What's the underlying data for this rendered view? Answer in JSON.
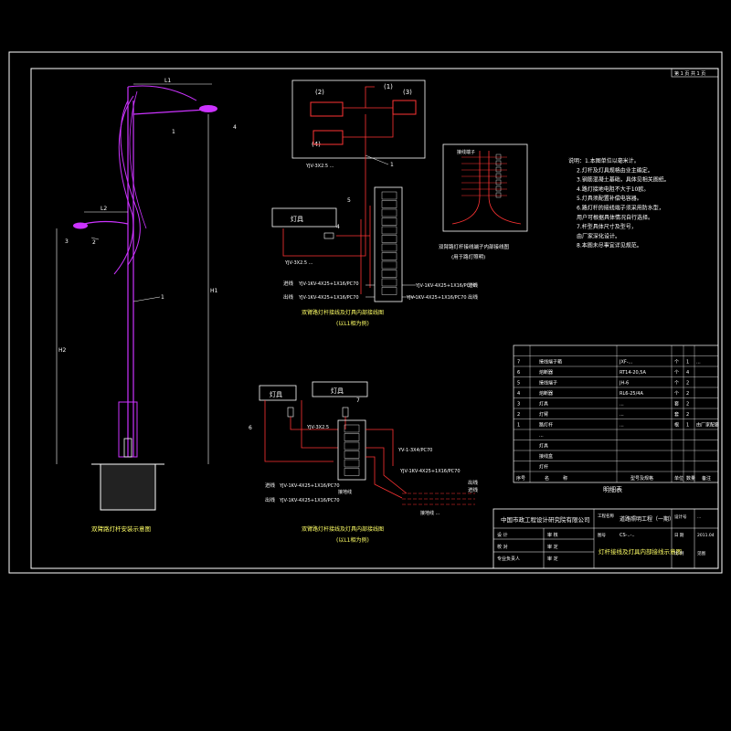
{
  "sheet": {
    "page_label": "第 1 页 共 1 页"
  },
  "pole": {
    "dim_l1": "L1",
    "dim_l2": "L2",
    "dim_h1": "H1",
    "dim_h2": "H2",
    "part_1": "1",
    "part_2": "2",
    "part_3": "3",
    "part_4": "4",
    "caption": "双臂路灯杆安装示意图"
  },
  "diagram_top": {
    "marks": [
      "(1)",
      "(2)",
      "(3)",
      "(4)"
    ],
    "cable_a": "YJV-3X2.5 ...",
    "cable_b": "YJV-3X2.5 ...",
    "lamp_label": "灯具",
    "nums": [
      "1",
      "4",
      "5"
    ],
    "line_in_label": "进线",
    "line_out_label": "出线",
    "cable_in": "YJV-1KV-4X25+1X16/PC70",
    "cable_out": "YJV-1KV-4X25+1X16/PC70",
    "cable_in_r": "YJV-1KV-4X25+1X16/PC70",
    "cable_out_r": "YJV-1KV-4X25+1X16/PC70",
    "in_label_r": "进线",
    "out_label_r": "出线",
    "caption": "双臂路灯杆接线及灯具内部接线图",
    "sub": "(以L1相为例)"
  },
  "diagram_mid": {
    "header": "接线端子",
    "caption": "双臂路灯杆接线端子内部接线图",
    "sub": "(用于路灯照明)"
  },
  "notes": {
    "lines": [
      "说明：1.本图单位以毫米计。",
      "2.灯杆及灯具规格由业主确定。",
      "3.钢筋混凝土基础，具体见相关图纸。",
      "4.路灯接地电阻不大于10欧。",
      "5.灯具须配置补偿电容器。",
      "6.路灯杆的接线端子须采用防水型，",
      "用户可根据具体情况自行选择。",
      "7.杆型具体尺寸及型号，",
      "由厂家深化设计。",
      "8.本图未尽事宜详见规范。"
    ]
  },
  "diagram_bottom": {
    "lamp_a": "灯具",
    "lamp_b": "灯具",
    "nums": [
      "6",
      "7"
    ],
    "cable_branch": "YJV-3X2.5",
    "cable_right": "YV-1-3X4/PC70",
    "cable_mid": "YJV-1KV-4X25+1X16/PC70",
    "out_label": "出线",
    "in_label": "进线",
    "line_in": "进线",
    "line_out": "出线",
    "cable_in": "YJV-1KV-4X25+1X16/PC70",
    "cable_out": "YJV-1KV-4X25+1X16/PC70",
    "ground": "接地线",
    "ground_right": "接地线 ...",
    "caption": "双臂路灯杆接线及灯具内部接线图",
    "sub": "(以L1相为例)"
  },
  "bom": {
    "title": "明细表",
    "footer": [
      "序号",
      "名",
      "称",
      "型号及规格",
      "单位",
      "数量",
      "备注"
    ],
    "rows": [
      [
        "7",
        "接线端子箱",
        "JXF-...",
        "个",
        "1",
        "..."
      ],
      [
        "6",
        "熔断器",
        "RT14-20,5A",
        "个",
        "4",
        ""
      ],
      [
        "5",
        "接线端子",
        "JH-6",
        "个",
        "2",
        ""
      ],
      [
        "4",
        "熔断器",
        "RL6-25/4A",
        "个",
        "2",
        ""
      ],
      [
        "3",
        "灯具",
        "...",
        "套",
        "2",
        ""
      ],
      [
        "2",
        "灯臂",
        "...",
        "套",
        "2",
        ""
      ],
      [
        "1",
        "路灯杆",
        "...",
        "根",
        "1",
        "由厂家配套"
      ],
      [
        "",
        "...",
        "",
        "",
        "",
        ""
      ],
      [
        "",
        "灯具",
        "",
        "",
        "",
        ""
      ],
      [
        "",
        "接线盒",
        "",
        "",
        "",
        ""
      ],
      [
        "",
        "灯杆",
        "",
        "",
        "",
        ""
      ]
    ]
  },
  "title_block": {
    "company": "中国市政工程设计研究院有限公司",
    "project_label": "工程名称",
    "project": "道路照明工程（一期）",
    "drawing_label": "图名",
    "drawing": "灯杆接线及灯具内部接线示意图",
    "drawing_no_label": "图号",
    "drawing_no": "CS-..-..",
    "rows": [
      [
        "设 计",
        "",
        "审 核",
        ""
      ],
      [
        "校 对",
        "",
        "审 定",
        ""
      ],
      [
        "专业负责人",
        "",
        "审 定",
        ""
      ]
    ],
    "right": [
      "设计号",
      "...",
      "日 期",
      "2011.04",
      "比 例",
      "见图"
    ]
  },
  "colors": {
    "background": "#000000",
    "frame": "#ffffff",
    "pole": "#cc33ff",
    "wire": "#ff3333",
    "text": "#ffffff"
  }
}
